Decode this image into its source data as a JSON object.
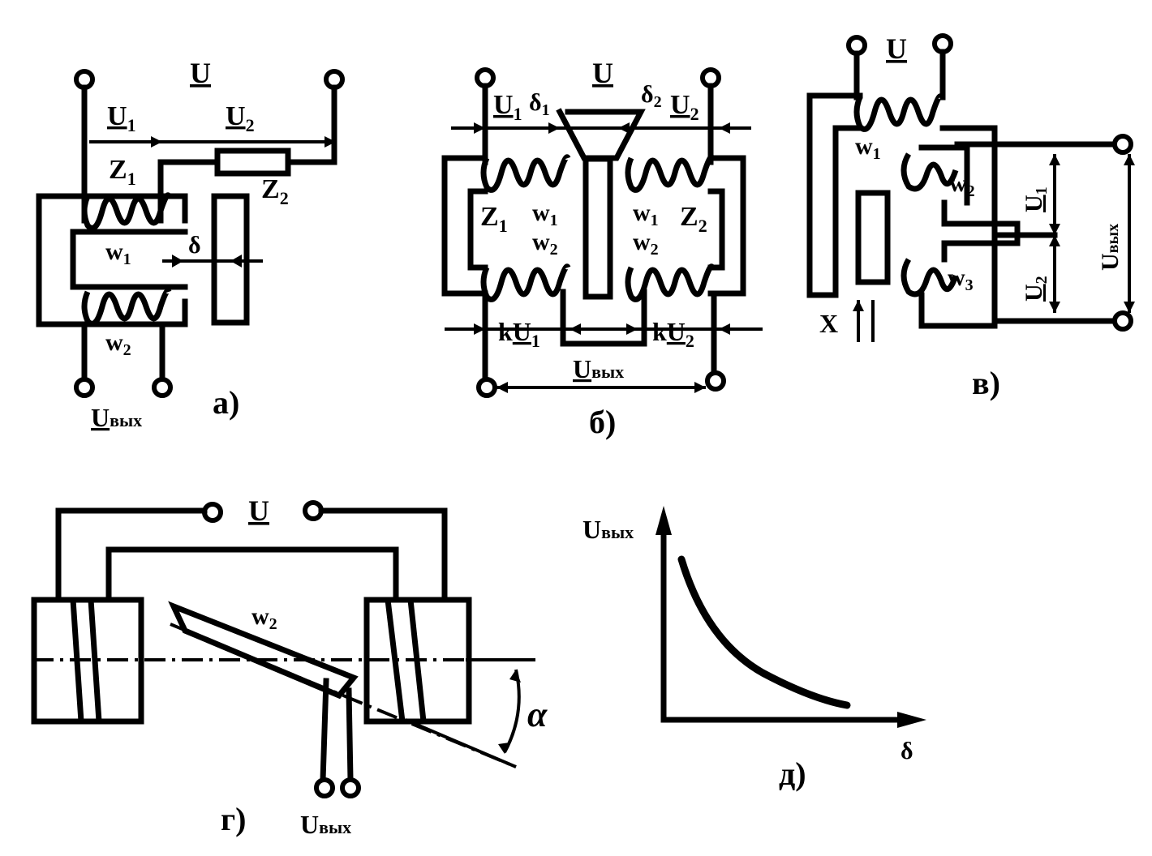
{
  "panel_a": {
    "U": "U",
    "U1": "U",
    "U1_sub": "1",
    "U2": "U",
    "U2_sub": "2",
    "Z1": "Z",
    "Z1_sub": "1",
    "Z2": "Z",
    "Z2_sub": "2",
    "w1": "w",
    "w1_sub": "1",
    "w2": "w",
    "w2_sub": "2",
    "delta": "δ",
    "uout": "U",
    "uout_sub": "вых",
    "label": "а)"
  },
  "panel_b": {
    "U": "U",
    "U1": "U",
    "U1_sub": "1",
    "d1": "δ",
    "d1_sub": "1",
    "d2": "δ",
    "d2_sub": "2",
    "U2": "U",
    "U2_sub": "2",
    "Z1": "Z",
    "Z1_sub": "1",
    "Z2": "Z",
    "Z2_sub": "2",
    "w1a": "w",
    "w1a_sub": "1",
    "w1b": "w",
    "w1b_sub": "1",
    "w2a": "w",
    "w2a_sub": "2",
    "w2b": "w",
    "w2b_sub": "2",
    "kU1": "k",
    "kU1_u": "U",
    "kU1_sub": "1",
    "kU2": "k",
    "kU2_u": "U",
    "kU2_sub": "2",
    "uout": "U",
    "uout_sub": "вых",
    "label": "б)"
  },
  "panel_v": {
    "U": "U",
    "w1": "w",
    "w1_sub": "1",
    "w2": "w",
    "w2_sub": "2",
    "w3": "w",
    "w3_sub": "3",
    "U1": "U",
    "U1_sub": "1",
    "U2": "U",
    "U2_sub": "2",
    "uout": "U",
    "uout_sub": "вых",
    "X": "X",
    "label": "в)"
  },
  "panel_g": {
    "U": "U",
    "w2": "w",
    "w2_sub": "2",
    "alpha": "α",
    "uout": "U",
    "uout_sub": "вых",
    "label": "г)"
  },
  "panel_d": {
    "ylabel": "U",
    "ylabel_sub": "вых",
    "xlabel": "δ",
    "label": "д)"
  }
}
